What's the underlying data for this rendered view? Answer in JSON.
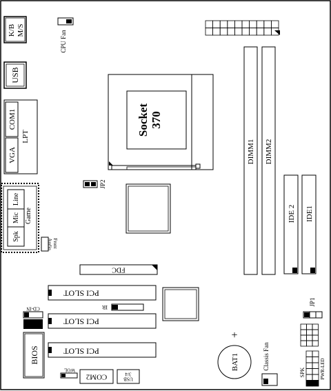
{
  "ports": {
    "kb_label": "K/B",
    "ms_label": "M/S",
    "usb_label": "USB",
    "com1_label": "COM1",
    "lpt_label": "LPT",
    "vga_label": "VGA"
  },
  "audio": {
    "line_label": "Line",
    "mic_label": "Mic",
    "spk_label": "Spk",
    "game_label": "Game",
    "front_audio_label": "Front\nAudio"
  },
  "cpu_fan_label": "CPU Fan",
  "socket": {
    "line1": "Socket",
    "line2": "370"
  },
  "jumpers": {
    "jp2": "JP2",
    "jp1": "JP1"
  },
  "dimms": [
    "DIMM1",
    "DIMM2"
  ],
  "ide": [
    "IDE 2",
    "IDE1"
  ],
  "fdc_label": "FDC",
  "pci_slots": [
    "PCI SLOT",
    "PCI SLOT",
    "PCI SLOT"
  ],
  "ir_label": "IR",
  "cd_in_label": "CD-IN",
  "bios_label": "BIOS",
  "wol_label": "WOL",
  "com2_label": "COM2",
  "usb34_label": [
    "USB",
    "3/4"
  ],
  "battery": {
    "label": "BAT1",
    "plus": "+"
  },
  "classis_fan_label": "Classis Fan",
  "spk_label": "SPK",
  "pwr_led_label": "PWR-LED"
}
